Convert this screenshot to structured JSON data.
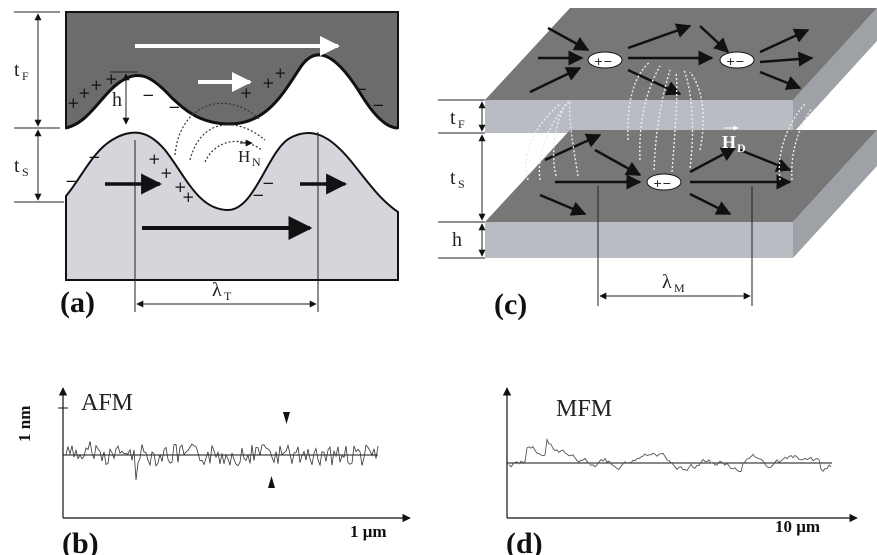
{
  "panels": {
    "a": {
      "label": "(a)",
      "dims": {
        "tF": "t",
        "tF_sub": "F",
        "tS": "t",
        "tS_sub": "S",
        "h": "h",
        "lambda": "λ",
        "lambda_sub": "T"
      },
      "field_label": "H",
      "field_sub": "N",
      "charges_plus": "+",
      "charges_minus": "−"
    },
    "c": {
      "label": "(c)",
      "dims": {
        "tF": "t",
        "tF_sub": "F",
        "tS": "t",
        "tS_sub": "S",
        "h": "h",
        "lambda": "λ",
        "lambda_sub": "M"
      },
      "field_label": "H",
      "field_sub": "D"
    },
    "b": {
      "label": "(b)",
      "title": "AFM",
      "y_unit": "1 nm",
      "x_unit": "1 μm"
    },
    "d": {
      "label": "(d)",
      "title": "MFM",
      "x_unit": "10 μm"
    }
  },
  "colors": {
    "film_dark": "#6c6c6c",
    "substrate_light": "#d4d6dc",
    "slab_top": "#777777",
    "slab_side": "#b9bcc2",
    "slab_front": "#9ea1a6"
  }
}
